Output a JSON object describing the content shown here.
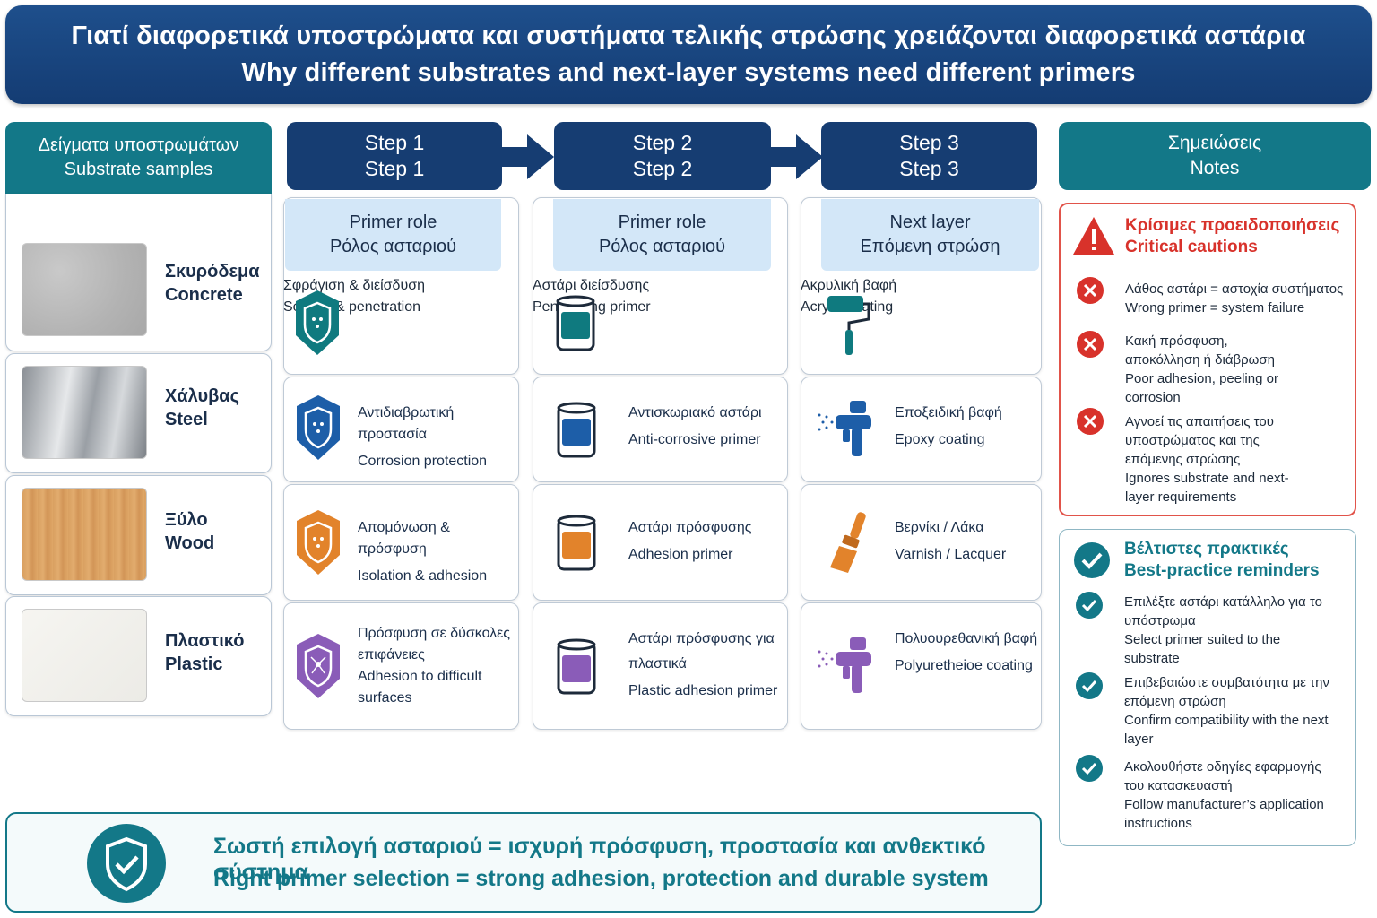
{
  "title": {
    "greek": "Γιατί διαφορετικά υποστρώματα και συστήματα τελικής στρώσης χρειάζονται διαφορετικά αστάρια",
    "english": "Why different substrates and next-layer systems need different primers"
  },
  "substrates": {
    "header_greek": "Δείγματα υποστρωμάτων",
    "header_english": "Substrate samples",
    "items": [
      {
        "greek": "Σκυρόδεμα",
        "english": "Concrete"
      },
      {
        "greek": "Χάλυβας",
        "english": "Steel"
      },
      {
        "greek": "Ξύλο",
        "english": "Wood"
      },
      {
        "greek": "Πλαστικό",
        "english": "Plastic"
      }
    ]
  },
  "steps": [
    {
      "header_line1": "Step 1",
      "header_line2": "Step 1",
      "role_english": "Primer role",
      "role_greek": "Ρόλος ασταριού",
      "rows": [
        {
          "greek": "Σφράγιση & διείσδυση",
          "english": "Sealing & penetration",
          "icon": "shield-droplets-icon"
        },
        {
          "greek": "Αντιδιαβρωτική προστασία",
          "english": "Corrosion protection",
          "icon": "shield-droplets-icon"
        },
        {
          "greek": "Απομόνωση & πρόσφυση",
          "english": "Isolation & adhesion",
          "icon": "shield-droplets-icon"
        },
        {
          "greek": "Πρόσφυση σε δύσκολες επιφάνειες",
          "english": "Adhesion to difficult surfaces",
          "icon": "shield-network-icon"
        }
      ]
    },
    {
      "header_line1": "Step 2",
      "header_line2": "Step 2",
      "role_english": "Primer role",
      "role_greek": "Ρόλος ασταριού",
      "rows": [
        {
          "greek": "Αστάρι διείσδυσης",
          "english": "Penetrating primer",
          "icon": "primer-can-icon"
        },
        {
          "greek": "Αντισκωριακό αστάρι",
          "english": "Anti-corrosive primer",
          "icon": "primer-can-icon"
        },
        {
          "greek": "Αστάρι πρόσφυσης",
          "english": "Adhesion primer",
          "icon": "primer-can-icon"
        },
        {
          "greek": "Αστάρι πρόσφυσης για πλαστικά",
          "english": "Plastic adhesion primer",
          "icon": "primer-can-icon"
        }
      ]
    },
    {
      "header_line1": "Step 3",
      "header_line2": "Step 3",
      "role_english": "Next layer",
      "role_greek": "Επόμενη στρώση",
      "rows": [
        {
          "greek": "Ακρυλική βαφή",
          "english": "Acrylic coating",
          "icon": "paint-roller-icon"
        },
        {
          "greek": "Εποξειδική βαφή",
          "english": "Epoxy coating",
          "icon": "spray-gun-icon"
        },
        {
          "greek": "Βερνίκι / Λάκα",
          "english": "Varnish / Lacquer",
          "icon": "paint-brush-icon"
        },
        {
          "greek": "Πολυουρεθανική βαφή",
          "english": "Polyuretheioe coating",
          "icon": "spray-gun-icon"
        }
      ]
    }
  ],
  "notes": {
    "header_greek": "Σημειώσεις",
    "header_english": "Notes",
    "cautions": {
      "title_greek": "Κρίσιμες προειδοποιήσεις",
      "title_english": "Critical cautions",
      "items": [
        {
          "greek": "Λάθος αστάρι = αστοχία συστήματος",
          "english": "Wrong primer = system failure"
        },
        {
          "greek": "Κακή πρόσφυση, αποκόλληση ή διάβρωση",
          "english": "Poor adhesion, peeling or corrosion"
        },
        {
          "greek": "Αγνοεί τις απαιτήσεις του υποστρώματος και της επόμενης στρώσης",
          "english": "Ignores substrate and next-layer requirements"
        }
      ]
    },
    "best": {
      "title_greek": "Βέλτιστες πρακτικές",
      "title_english": "Best-practice reminders",
      "items": [
        {
          "greek": "Επιλέξτε αστάρι κατάλληλο για το υπόστρωμα",
          "english": "Select primer suited to the substrate"
        },
        {
          "greek": "Επιβεβαιώστε συμβατότητα με την επόμενη στρώση",
          "english": "Confirm compatibility with the next layer"
        },
        {
          "greek": "Ακολουθήστε οδηγίες εφαρμογής του κατασκευαστή",
          "english": "Follow manufacturer’s application instructions"
        }
      ]
    }
  },
  "footer": {
    "greek": "Σωστή επιλογή ασταριού = ισχυρή πρόσφυση, προστασία και ανθεκτικό σύστημα",
    "english": "Right primer selection = strong adhesion, protection and durable system"
  },
  "colors": {
    "navy": "#163d72",
    "teal": "#137888",
    "light_blue": "#d3e7f8",
    "concrete": "#0f7a7f",
    "steel": "#1d5ea8",
    "wood": "#e2832b",
    "plastic": "#8a5cb8",
    "caution_red": "#d8322b"
  }
}
